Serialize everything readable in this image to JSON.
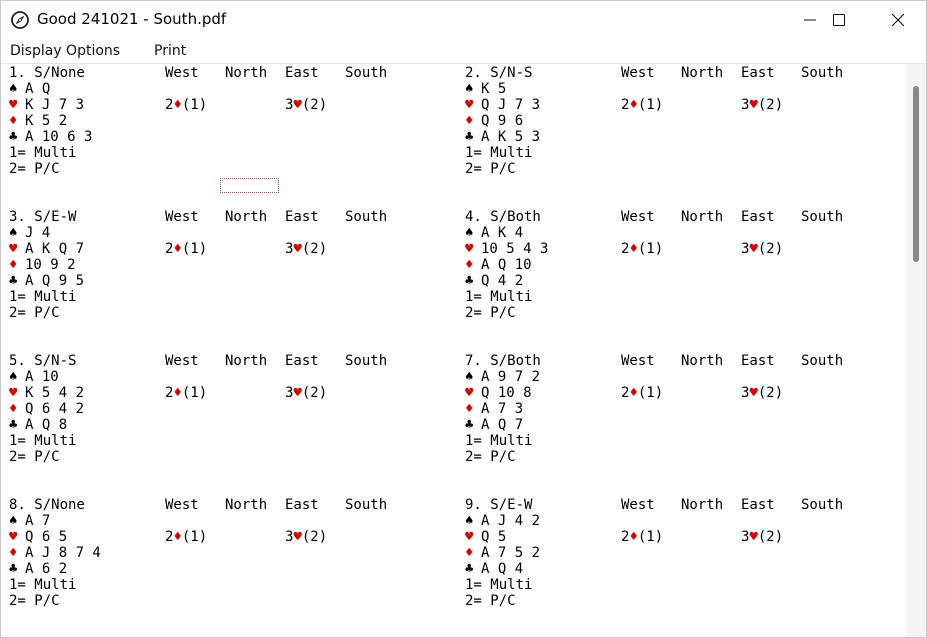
{
  "window": {
    "title": "Good 241021 - South.pdf",
    "icons": {
      "app": "compass-icon",
      "minimize": "minimize-icon",
      "maximize": "maximize-icon",
      "close": "close-icon",
      "print": "printer-icon"
    }
  },
  "menu": {
    "display_options": "Display Options",
    "print": "Print"
  },
  "colors": {
    "red_suit": "#e00000",
    "text": "#000000"
  },
  "deals": [
    {
      "header": "1. S/None",
      "spades": "A Q",
      "hearts": "K J 7 3",
      "diamonds": "K 5 2",
      "clubs": "A 10 6 3",
      "seats": [
        "West",
        "North",
        "East",
        "South"
      ],
      "west_bid": "2",
      "east_bid": "3",
      "west_note": "(1)",
      "east_note": "(2)",
      "note1": "1= Multi",
      "note2": "2= P/C"
    },
    {
      "header": "2. S/N-S",
      "spades": "K 5",
      "hearts": "Q J 7 3",
      "diamonds": "Q 9 6",
      "clubs": "A K 5 3",
      "seats": [
        "West",
        "North",
        "East",
        "South"
      ],
      "west_bid": "2",
      "east_bid": "3",
      "west_note": "(1)",
      "east_note": "(2)",
      "note1": "1= Multi",
      "note2": "2= P/C"
    },
    {
      "header": "3. S/E-W",
      "spades": "J 4",
      "hearts": "A K Q 7",
      "diamonds": "10 9 2",
      "clubs": "A Q 9 5",
      "seats": [
        "West",
        "North",
        "East",
        "South"
      ],
      "west_bid": "2",
      "east_bid": "3",
      "west_note": "(1)",
      "east_note": "(2)",
      "note1": "1= Multi",
      "note2": "2= P/C"
    },
    {
      "header": "4. S/Both",
      "spades": "A K 4",
      "hearts": "10 5 4 3",
      "diamonds": "A Q 10",
      "clubs": "Q 4 2",
      "seats": [
        "West",
        "North",
        "East",
        "South"
      ],
      "west_bid": "2",
      "east_bid": "3",
      "west_note": "(1)",
      "east_note": "(2)",
      "note1": "1= Multi",
      "note2": "2= P/C"
    },
    {
      "header": "5. S/N-S",
      "spades": "A 10",
      "hearts": "K 5 4 2",
      "diamonds": "Q 6 4 2",
      "clubs": "A Q 8",
      "seats": [
        "West",
        "North",
        "East",
        "South"
      ],
      "west_bid": "2",
      "east_bid": "3",
      "west_note": "(1)",
      "east_note": "(2)",
      "note1": "1= Multi",
      "note2": "2= P/C"
    },
    {
      "header": "7. S/Both",
      "spades": "A 9 7 2",
      "hearts": "Q 10 8",
      "diamonds": "A 7 3",
      "clubs": "A Q 7",
      "seats": [
        "West",
        "North",
        "East",
        "South"
      ],
      "west_bid": "2",
      "east_bid": "3",
      "west_note": "(1)",
      "east_note": "(2)",
      "note1": "1= Multi",
      "note2": "2= P/C"
    },
    {
      "header": "8. S/None",
      "spades": "A 7",
      "hearts": "Q 6 5",
      "diamonds": "A J 8 7 4",
      "clubs": "A 6 2",
      "seats": [
        "West",
        "North",
        "East",
        "South"
      ],
      "west_bid": "2",
      "east_bid": "3",
      "west_note": "(1)",
      "east_note": "(2)",
      "note1": "1= Multi",
      "note2": "2= P/C"
    },
    {
      "header": "9. S/E-W",
      "spades": "A J 4 2",
      "hearts": "Q 5",
      "diamonds": "A 7 5 2",
      "clubs": "A Q 4",
      "seats": [
        "West",
        "North",
        "East",
        "South"
      ],
      "west_bid": "2",
      "east_bid": "3",
      "west_note": "(1)",
      "east_note": "(2)",
      "note1": "1= Multi",
      "note2": "2= P/C"
    }
  ]
}
